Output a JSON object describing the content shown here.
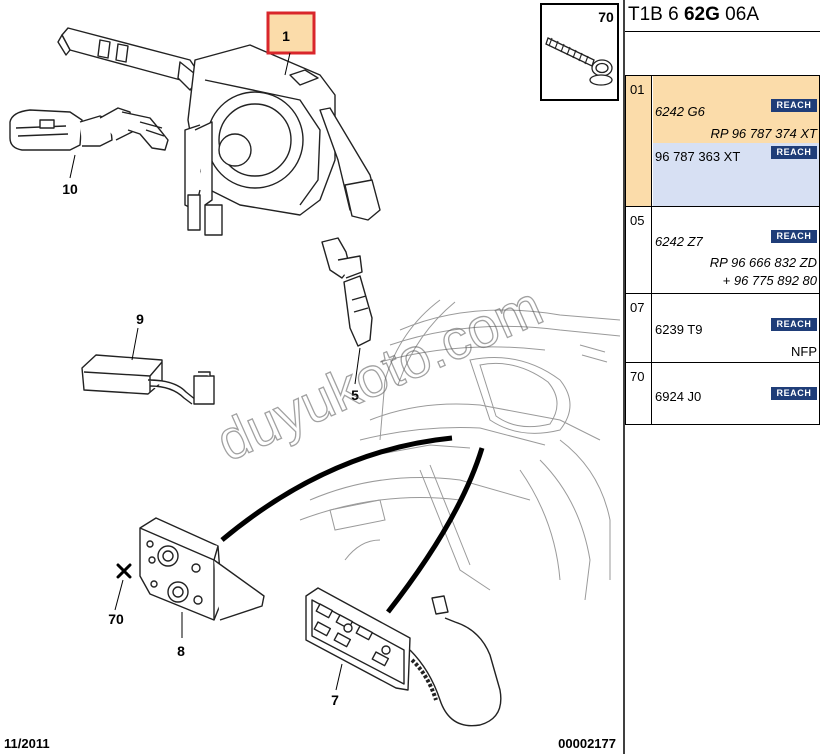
{
  "document": {
    "code_prefix": "T1B 6 ",
    "code_bold": "62G",
    "code_suffix": " 06A"
  },
  "callouts": [
    "1",
    "10",
    "9",
    "5",
    "70",
    "8",
    "7"
  ],
  "detail_box_label": "70",
  "footer": {
    "date": "11/2011",
    "reference": "00002177"
  },
  "watermark": "duyukoto.com",
  "parts_table": [
    {
      "num": "01",
      "rows": [
        {
          "ref": "6242 G6",
          "badge": "REACH"
        },
        {
          "ref": "RP 96 787 374 XT"
        },
        {
          "ref": "96 787 363 XT",
          "badge": "REACH"
        }
      ]
    },
    {
      "num": "05",
      "rows": [
        {
          "ref": "6242 Z7",
          "badge": "REACH"
        },
        {
          "ref": "RP 96 666 832 ZD"
        },
        {
          "ref": "+ 96 775 892 80"
        }
      ]
    },
    {
      "num": "07",
      "rows": [
        {
          "ref": "6239 T9",
          "badge": "REACH"
        },
        {
          "ref": "NFP"
        }
      ]
    },
    {
      "num": "70",
      "rows": [
        {
          "ref": "6924 J0",
          "badge": "REACH"
        }
      ]
    }
  ],
  "colors": {
    "highlight_orange": "#fbdcaa",
    "highlight_blue": "#d7e0f3",
    "reach_badge": "#1f3d78",
    "callout_box": "#d9262b"
  }
}
